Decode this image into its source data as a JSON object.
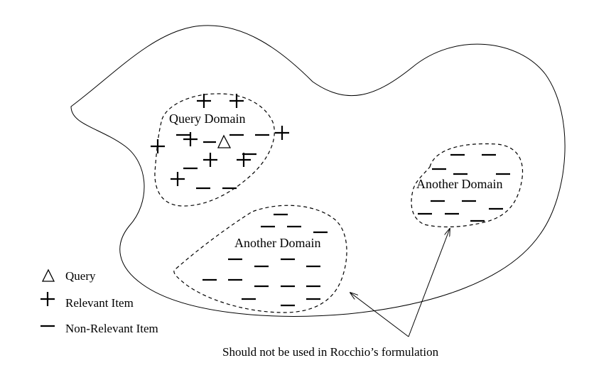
{
  "diagram": {
    "query_domain_label": "Query Domain",
    "another_domain_label_right": "Another Domain",
    "another_domain_label_bottom": "Another Domain",
    "annotation": "Should not be used in Rocchio’s formulation",
    "legend": {
      "query": "Query",
      "relevant": "Relevant Item",
      "non_relevant": "Non-Relevant Item"
    }
  }
}
